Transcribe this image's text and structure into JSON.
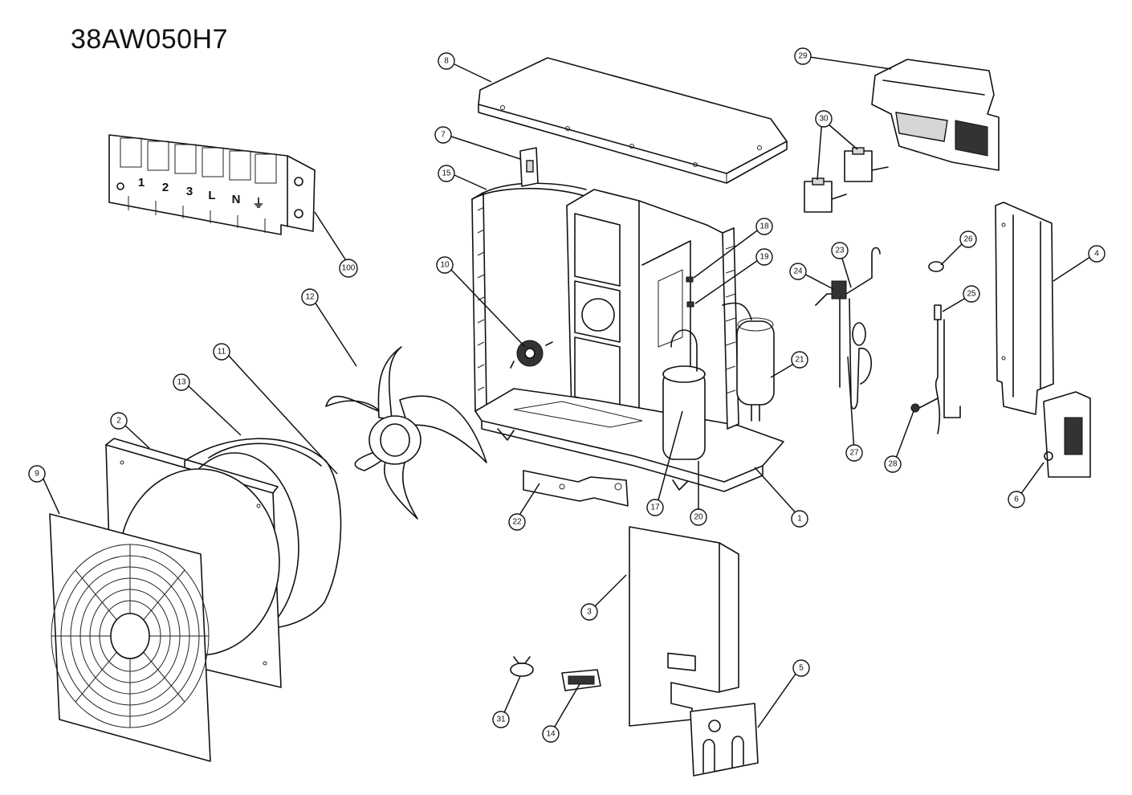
{
  "model_title": "38AW050H7",
  "terminal_block": {
    "labels": [
      "1",
      "2",
      "3",
      "L",
      "N",
      "⏚"
    ]
  },
  "parts": [
    {
      "id": "top-cover",
      "number": "8"
    },
    {
      "id": "wire-clamp-bracket",
      "number": "7"
    },
    {
      "id": "condenser-coil",
      "number": "15"
    },
    {
      "id": "fan-motor",
      "number": "10"
    },
    {
      "id": "fan-blade",
      "number": "12"
    },
    {
      "id": "fan-nut",
      "number": "11"
    },
    {
      "id": "air-guide-ring",
      "number": "13"
    },
    {
      "id": "front-panel",
      "number": "2"
    },
    {
      "id": "discharge-grille",
      "number": "9"
    },
    {
      "id": "terminal-block",
      "number": "100"
    },
    {
      "id": "motor-bracket",
      "number": "22"
    },
    {
      "id": "compressor",
      "number": "17"
    },
    {
      "id": "base-pan",
      "number": "1"
    },
    {
      "id": "compressor-terminal",
      "number": "20"
    },
    {
      "id": "accumulator",
      "number": "21"
    },
    {
      "id": "temp-sensor-a",
      "number": "18"
    },
    {
      "id": "temp-sensor-b",
      "number": "19"
    },
    {
      "id": "main-control-board",
      "number": "29"
    },
    {
      "id": "reactor",
      "number": "30"
    },
    {
      "id": "four-way-valve",
      "number": "23"
    },
    {
      "id": "four-way-valve-coil",
      "number": "24"
    },
    {
      "id": "capillary-assembly",
      "number": "27"
    },
    {
      "id": "service-valve-cap",
      "number": "26"
    },
    {
      "id": "liquid-valve",
      "number": "25"
    },
    {
      "id": "gas-valve",
      "number": "28"
    },
    {
      "id": "right-side-panel",
      "number": "4"
    },
    {
      "id": "rear-grille",
      "number": "6"
    },
    {
      "id": "right-front-panel",
      "number": "3"
    },
    {
      "id": "valve-cover",
      "number": "5"
    },
    {
      "id": "handle",
      "number": "14"
    },
    {
      "id": "drain-joint",
      "number": "31"
    }
  ]
}
